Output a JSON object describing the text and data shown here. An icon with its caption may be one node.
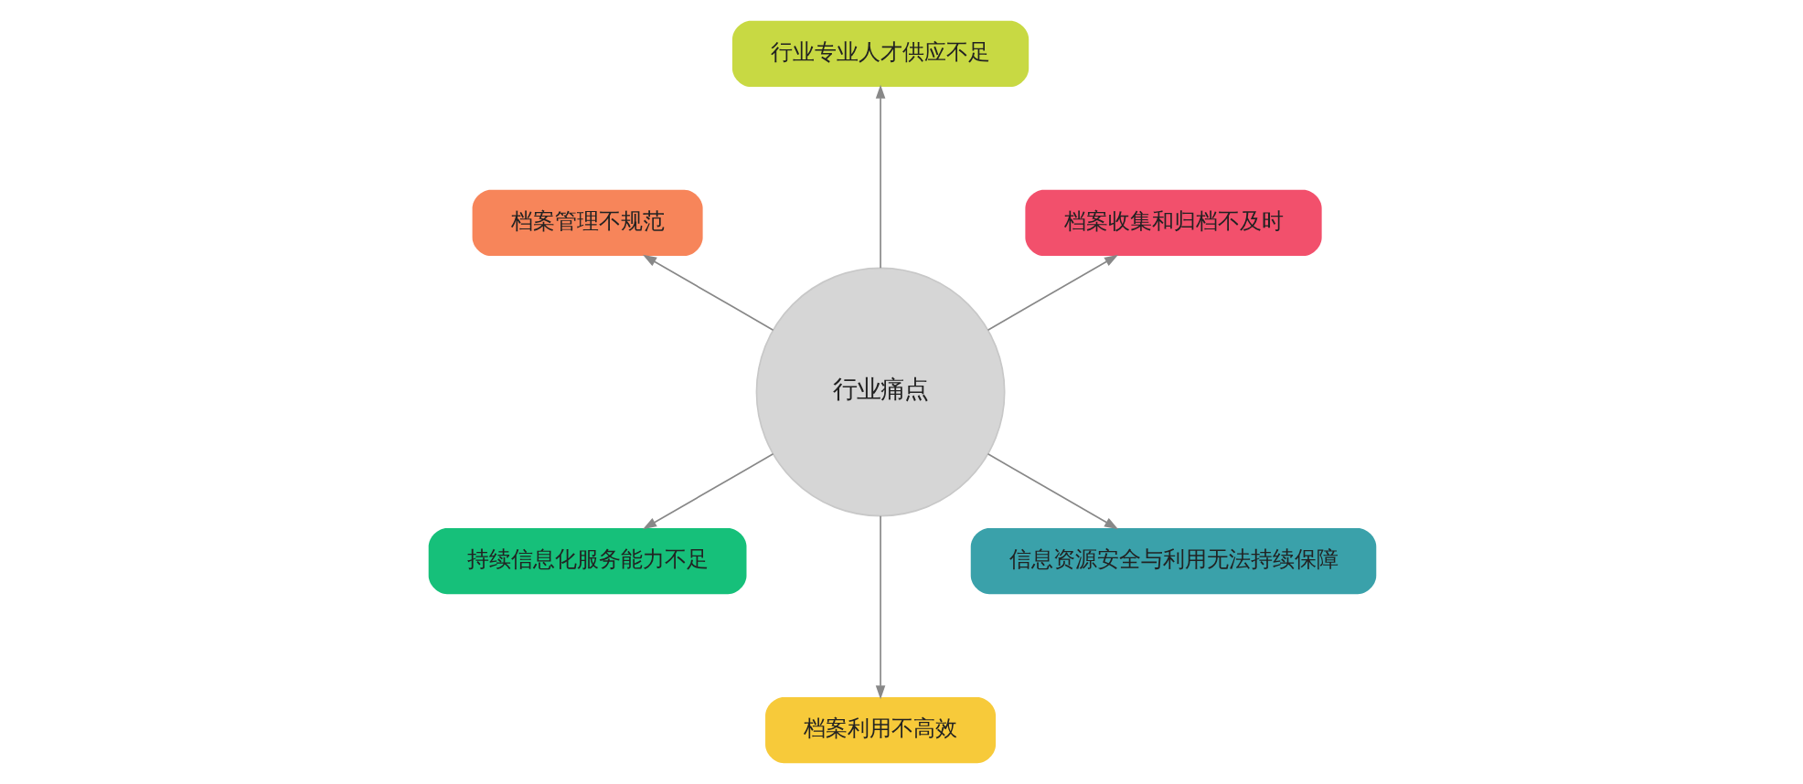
{
  "diagram": {
    "nodes": [
      {
        "text": [
          "行业痛点"
        ]
      },
      {
        "text": [
          "档案收集和归档不及时"
        ]
      },
      {
        "text": [
          "行业专业人才供应不足"
        ]
      },
      {
        "text": [
          "档案管理不规范"
        ]
      },
      {
        "text": [
          "持续信息化服务能力不足"
        ]
      },
      {
        "text": [
          "档案利用不高效"
        ]
      },
      {
        "text": [
          "信息资源安全与利用无法持续保障"
        ]
      }
    ],
    "edges": [
      {
        "from": 0,
        "to": 1,
        "arrow": "to"
      },
      {
        "from": 0,
        "to": 2,
        "arrow": "to"
      },
      {
        "from": 0,
        "to": 3,
        "arrow": "to"
      },
      {
        "from": 0,
        "to": 4,
        "arrow": "to"
      },
      {
        "from": 0,
        "to": 5,
        "arrow": "to"
      },
      {
        "from": 0,
        "to": 6,
        "arrow": "to"
      }
    ]
  }
}
